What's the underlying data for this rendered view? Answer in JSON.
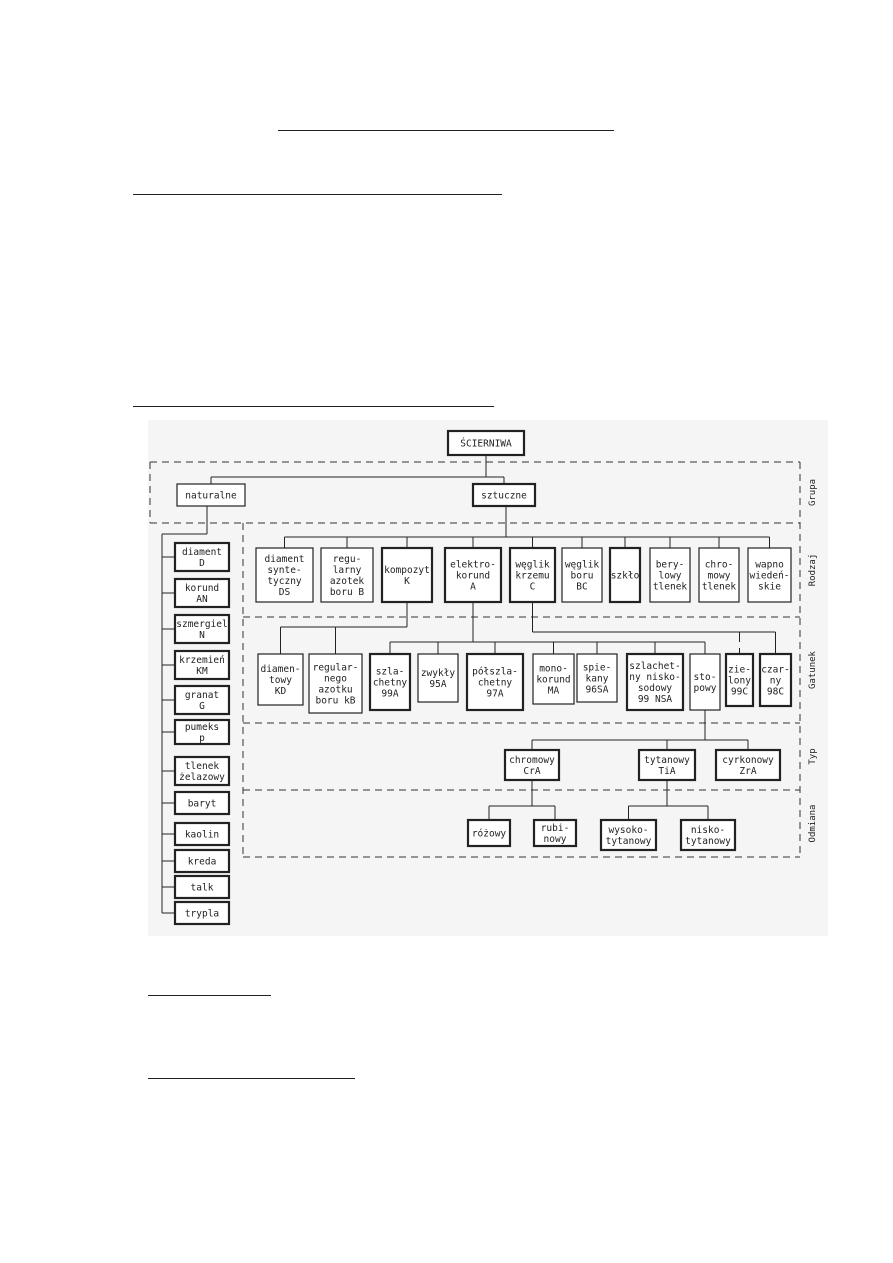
{
  "diagram": {
    "root": "ŚCIERNIWA",
    "bands": [
      "Grupa",
      "Rodzaj",
      "Gatunek",
      "Typ",
      "Odmiana"
    ],
    "groups": [
      "naturalne",
      "sztuczne"
    ],
    "natural": [
      "diament\nD",
      "korund\nAN",
      "szmergiel\nN",
      "krzemień\nKM",
      "granat\nG",
      "pumeks\np",
      "tlenek\nżelazowy",
      "baryt",
      "kaolin",
      "kreda",
      "talk",
      "trypla"
    ],
    "kinds": [
      "diament\nsynte-\ntyczny\nDS",
      "regu-\nlarny\nazotek\nboru B",
      "kompozyt\nK",
      "elektro-\nkorund\nA",
      "węglik\nkrzemu\nC",
      "węglik\nboru\nBC",
      "szkło",
      "bery-\nlowy\ntlenek",
      "chro-\nmowy\ntlenek",
      "wapno\nwiedeń-\nskie"
    ],
    "grades": [
      "diamen-\ntowy\nKD",
      "regular-\nnego\nazotku\nboru kB",
      "szla-\nchetny\n99A",
      "zwykły\n95A",
      "półszla-\nchetny\n97A",
      "mono-\nkorund\nMA",
      "spie-\nkany\n96SA",
      "szlachet-\nny nisko-\nsodowy\n99 NSA",
      "sto-\npowy",
      "zie-\nlony\n99C",
      "czar-\nny\n98C"
    ],
    "types": [
      "chromowy\nCrA",
      "tytanowy\nTiA",
      "cyrkonowy\nZrA"
    ],
    "variants": [
      "różowy",
      "rubi-\nnowy",
      "wysoko-\ntytanowy",
      "nisko-\ntytanowy"
    ]
  }
}
